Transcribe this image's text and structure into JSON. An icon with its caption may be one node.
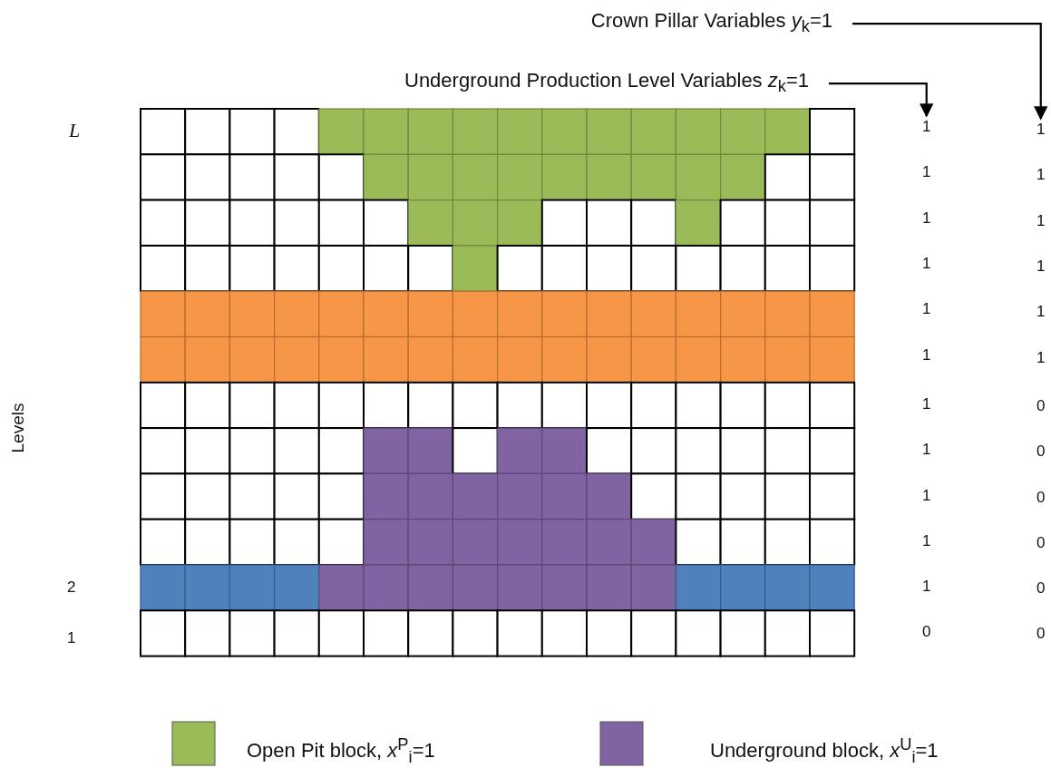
{
  "diagram": {
    "nodes": [
      {
        "text": [
          "Crown Pillar Variables *y*$_{k}$=1"
        ]
      },
      {
        "text": [
          "Underground Production Level Variables *z*$_{k}$=1"
        ]
      },
      {
        "text": [
          "1"
        ]
      },
      {
        "text": [
          "1"
        ]
      }
    ],
    "edges": [
      {
        "from": 0,
        "to": 3,
        "arrow": "to"
      },
      {
        "from": 1,
        "to": 2,
        "arrow": "to"
      }
    ],
    "labels": [
      "L",
      "1",
      "1",
      "1",
      "1",
      "1",
      "1",
      "1",
      "1",
      "1",
      "1",
      "1",
      "0",
      "Levels",
      "1",
      "0",
      "1",
      "0",
      "1",
      "0",
      "2",
      "1",
      "0",
      "1",
      "0",
      "0"
    ],
    "legend": [
      {
        "text": "Open Pit block, *x*$^{P}$$_{i}$=1",
        "color": "#9bbb59"
      },
      {
        "text": "Underground block, *x*$^{U}$$_{i}$=1",
        "color": "#8064a2"
      }
    ]
  }
}
